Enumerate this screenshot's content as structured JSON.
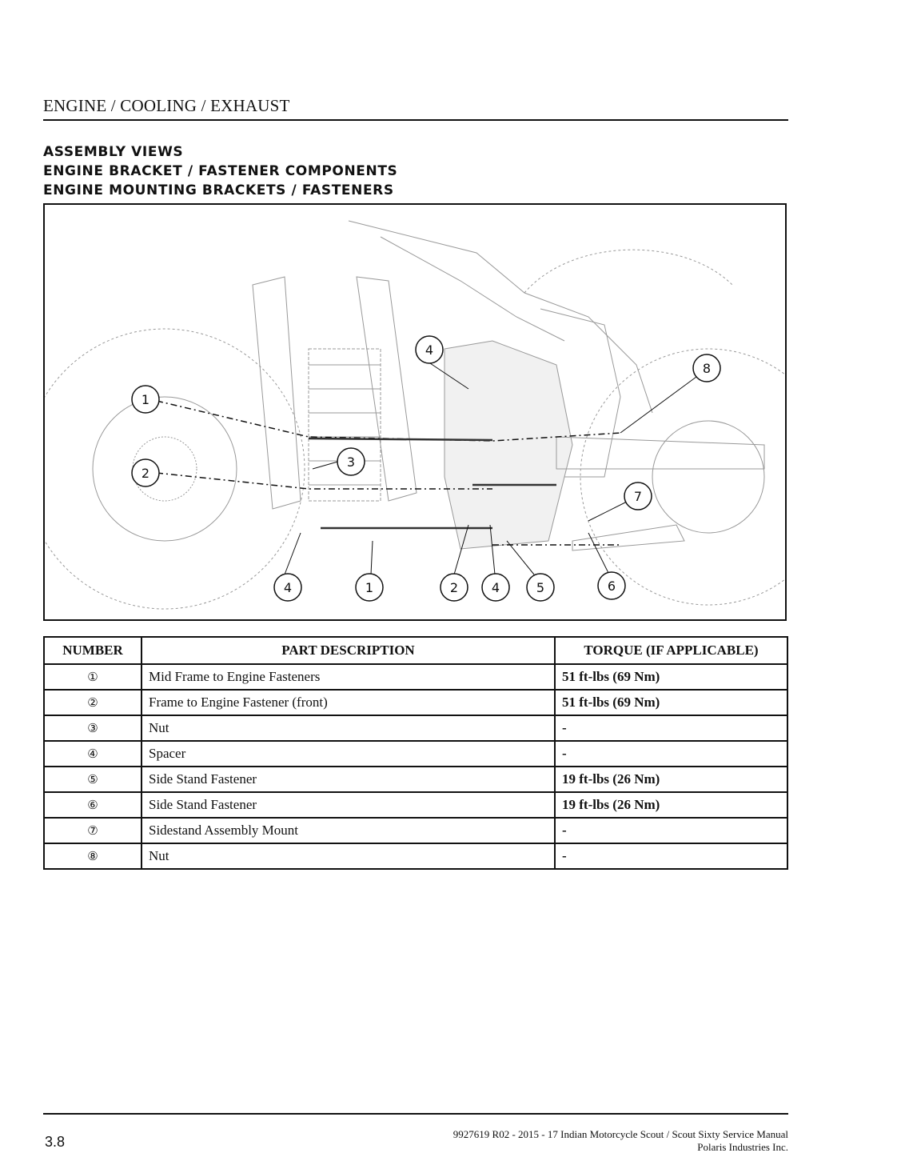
{
  "header": {
    "section_title": "ENGINE / COOLING / EXHAUST"
  },
  "headings": [
    "ASSEMBLY VIEWS",
    "ENGINE BRACKET / FASTENER COMPONENTS",
    "ENGINE MOUNTING BRACKETS / FASTENERS"
  ],
  "figure": {
    "callouts": [
      "1",
      "2",
      "3",
      "4",
      "4",
      "1",
      "2",
      "4",
      "5",
      "6",
      "7",
      "8"
    ]
  },
  "table": {
    "headers": [
      "NUMBER",
      "PART DESCRIPTION",
      "TORQUE (IF APPLICABLE)"
    ],
    "rows": [
      {
        "number": "①",
        "description": "Mid Frame to Engine Fasteners",
        "torque": "51 ft-lbs (69 Nm)"
      },
      {
        "number": "②",
        "description": "Frame to Engine Fastener (front)",
        "torque": "51 ft-lbs (69 Nm)"
      },
      {
        "number": "③",
        "description": "Nut",
        "torque": "-"
      },
      {
        "number": "④",
        "description": "Spacer",
        "torque": "-"
      },
      {
        "number": "⑤",
        "description": "Side Stand Fastener",
        "torque": "19 ft-lbs (26 Nm)"
      },
      {
        "number": "⑥",
        "description": "Side Stand Fastener",
        "torque": "19 ft-lbs (26 Nm)"
      },
      {
        "number": "⑦",
        "description": "Sidestand Assembly Mount",
        "torque": "-"
      },
      {
        "number": "⑧",
        "description": "Nut",
        "torque": "-"
      }
    ]
  },
  "footer": {
    "page_number": "3.8",
    "manual_line": "9927619 R02 - 2015 - 17 Indian Motorcycle Scout / Scout Sixty Service Manual",
    "publisher": "Polaris Industries Inc."
  }
}
